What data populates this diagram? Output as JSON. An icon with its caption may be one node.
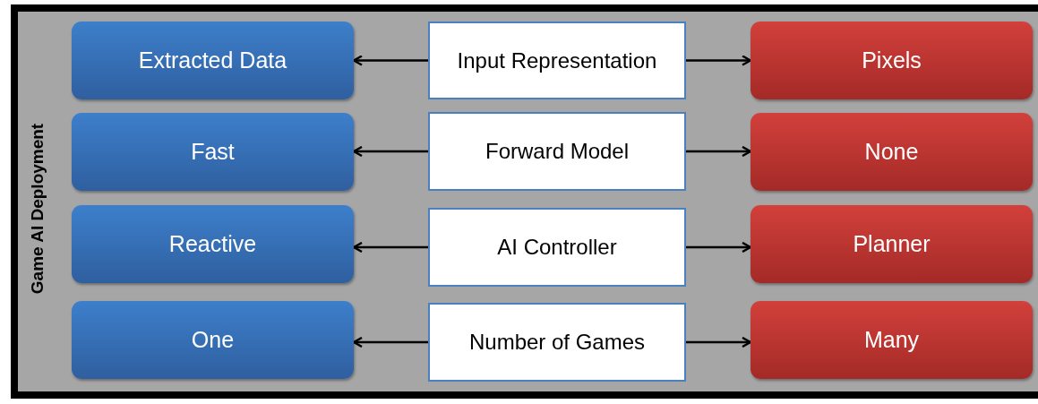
{
  "diagram": {
    "nodes": [
      {
        "text": [
          "Game AI Deployment"
        ]
      },
      {
        "text": [
          "Extracted Data"
        ],
        "in": 0
      },
      {
        "text": [
          "Input Representation"
        ],
        "in": 0
      },
      {
        "text": [
          "Pixels"
        ],
        "in": 0
      },
      {
        "text": [
          "Fast"
        ],
        "in": 0
      },
      {
        "text": [
          "Forward Model"
        ],
        "in": 0
      },
      {
        "text": [
          "None"
        ],
        "in": 0
      },
      {
        "text": [
          "Reactive"
        ],
        "in": 0
      },
      {
        "text": [
          "AI Controller"
        ],
        "in": 0
      },
      {
        "text": [
          "Planner"
        ],
        "in": 0
      },
      {
        "text": [
          "One"
        ],
        "in": 0
      },
      {
        "text": [
          "Number of Games"
        ],
        "in": 0
      },
      {
        "text": [
          "Many"
        ],
        "in": 0
      }
    ],
    "edges": [
      {
        "from": 2,
        "to": 1,
        "arrow": "to"
      },
      {
        "from": 2,
        "to": 3,
        "arrow": "to"
      },
      {
        "from": 5,
        "to": 4,
        "arrow": "to"
      },
      {
        "from": 5,
        "to": 6,
        "arrow": "to"
      },
      {
        "from": 8,
        "to": 7,
        "arrow": "to"
      },
      {
        "from": 8,
        "to": 9,
        "arrow": "to"
      },
      {
        "from": 11,
        "to": 10,
        "arrow": "to"
      },
      {
        "from": 11,
        "to": 12,
        "arrow": "to"
      }
    ]
  }
}
